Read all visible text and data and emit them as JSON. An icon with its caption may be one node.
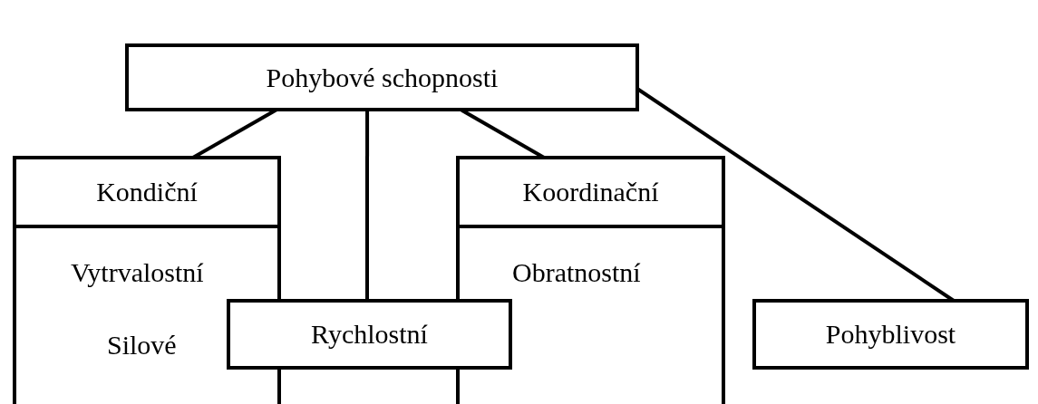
{
  "diagram": {
    "nodes": [
      {
        "text": [
          "Pohybové schopnosti"
        ]
      },
      {
        "text": [
          "Kondiční",
          "Vytrvalostní",
          "Silové"
        ]
      },
      {
        "text": [
          "Koordinační",
          "Obratnostní"
        ]
      },
      {
        "text": [
          "Rychlostní"
        ]
      },
      {
        "text": [
          "Pohyblivost"
        ]
      }
    ],
    "edges": [
      {
        "from": 0,
        "to": 1,
        "arrow": "none"
      },
      {
        "from": 0,
        "to": 3,
        "arrow": "none"
      },
      {
        "from": 0,
        "to": 2,
        "arrow": "none"
      },
      {
        "from": 0,
        "to": 4,
        "arrow": "none"
      }
    ]
  }
}
